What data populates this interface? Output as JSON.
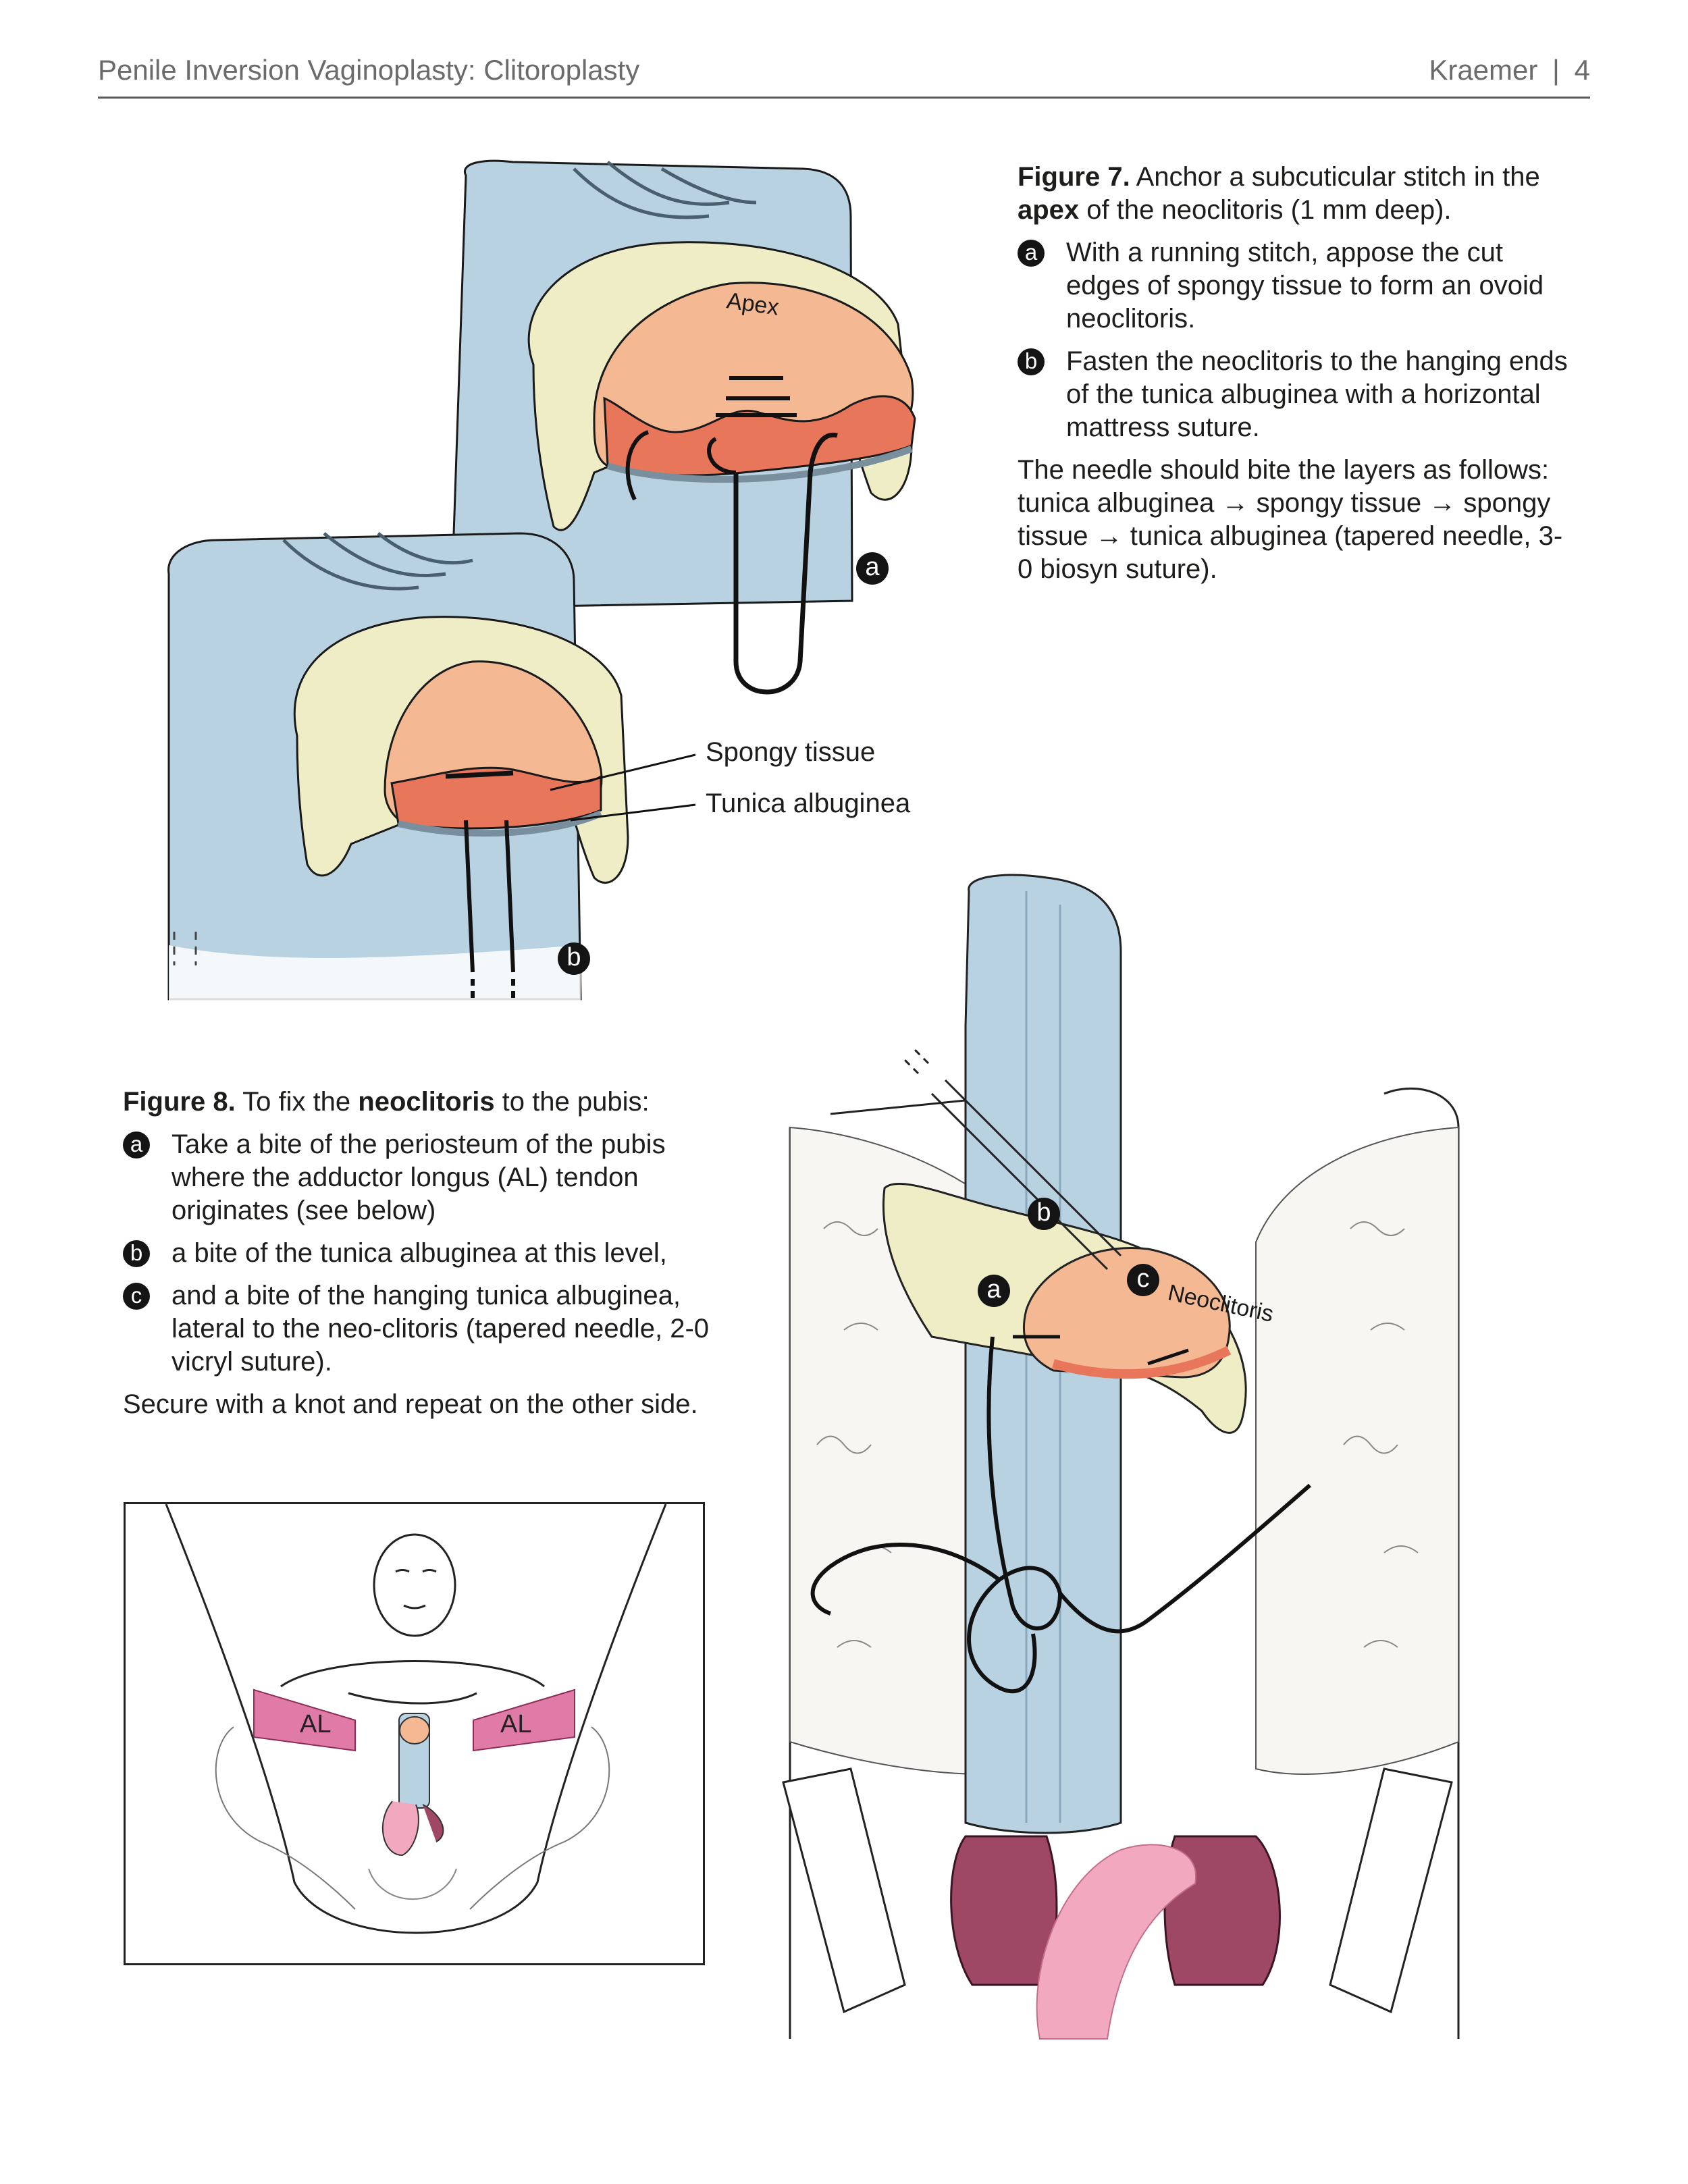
{
  "header": {
    "title": "Penile Inversion Vaginoplasty: Clitoroplasty",
    "author": "Kraemer",
    "separator": "|",
    "page": "4"
  },
  "figure7": {
    "label": "Figure 7.",
    "caption_pre": "Anchor a subcuticular stitch in the ",
    "caption_bold": "apex",
    "caption_post": " of the neoclitoris (1 mm deep).",
    "items": [
      {
        "badge": "a",
        "text": "With a running stitch, appose the cut edges of spongy tissue to form an ovoid neoclitoris."
      },
      {
        "badge": "b",
        "text": "Fasten the neoclitoris to the hanging ends of the tunica albuginea with a horizontal mattress suture."
      }
    ],
    "note": "The needle should bite the layers as follows: tunica albuginea → spongy tissue → spongy tissue → tunica albuginea (tapered needle, 3-0 biosyn suture).",
    "illustration": {
      "apex_label": "Apex",
      "spongy_label": "Spongy tissue",
      "tunica_label": "Tunica albuginea",
      "callout_a": "a",
      "callout_b": "b"
    }
  },
  "figure8": {
    "label": "Figure 8.",
    "caption_pre": "To fix the ",
    "caption_bold": "neoclitoris",
    "caption_post": " to the pubis:",
    "items": [
      {
        "badge": "a",
        "text": "Take a bite of the periosteum of the pubis where the adductor longus (AL) tendon originates (see below)"
      },
      {
        "badge": "b",
        "text": "a bite of the tunica albuginea at this level,"
      },
      {
        "badge": "c",
        "text": "and a bite of the hanging tunica albuginea, lateral to the neo-clitoris (tapered needle, 2-0 vicryl suture)."
      }
    ],
    "note": "Secure with a knot and repeat on the other side.",
    "inset": {
      "left_label": "AL",
      "right_label": "AL"
    },
    "illustration": {
      "neoclitoris_label": "Neoclitoris",
      "callout_a": "a",
      "callout_b": "b",
      "callout_c": "c"
    }
  },
  "colors": {
    "blue": "#b9d2e2",
    "cream": "#eeedc6",
    "peach": "#f4b992",
    "spongy": "#e8765a",
    "pink": "#f2a9bf",
    "muscle": "#9e4866",
    "al_magenta": "#e07aa6"
  }
}
